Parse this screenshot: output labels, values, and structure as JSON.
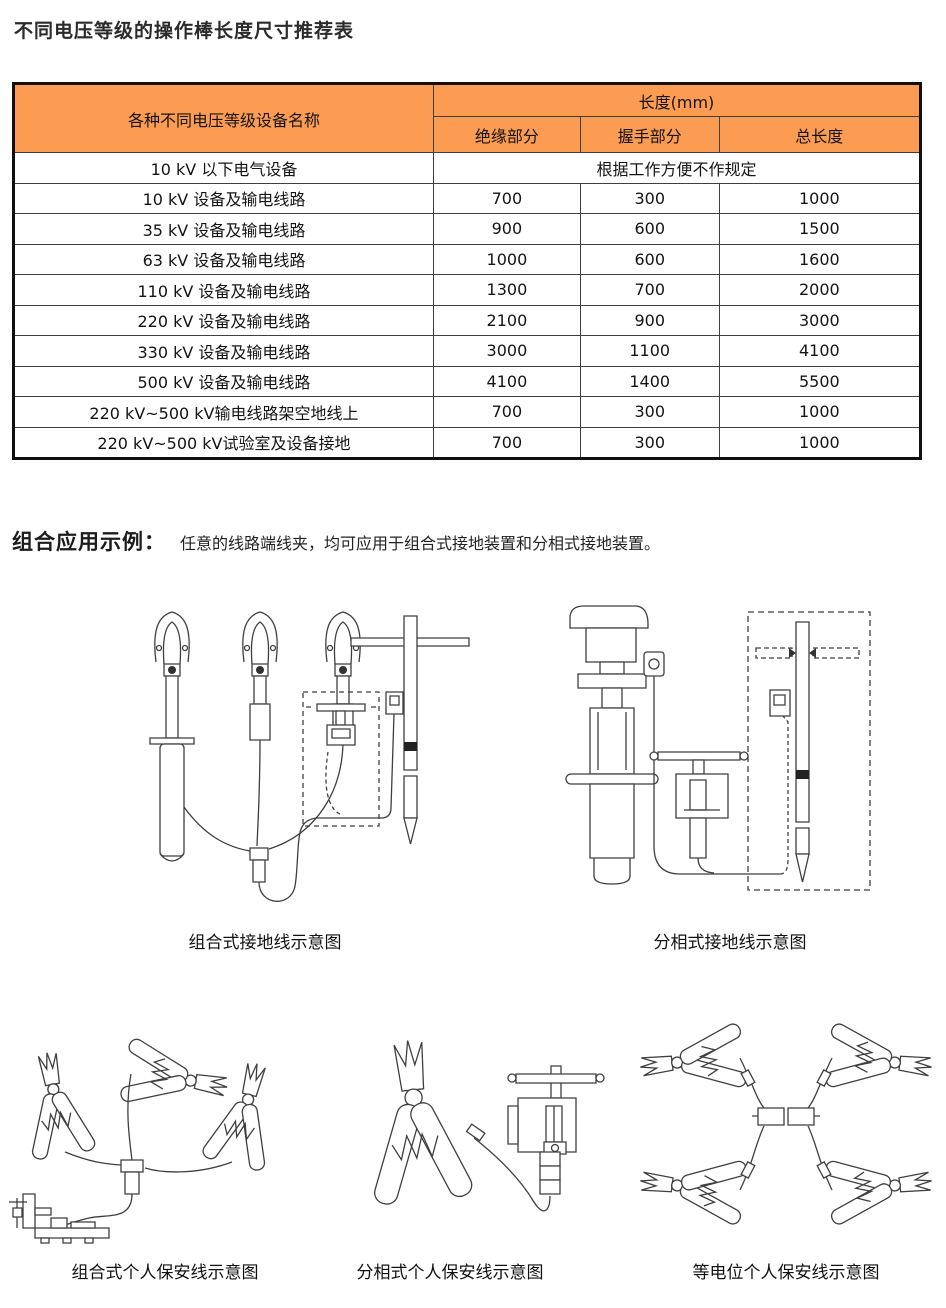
{
  "page": {
    "title": "不同电压等级的操作棒长度尺寸推荐表"
  },
  "table": {
    "header": {
      "device_column": "各种不同电压等级设备名称",
      "length_group": "长度(mm)",
      "sub_columns": [
        "绝缘部分",
        "握手部分",
        "总长度"
      ]
    },
    "rows": [
      {
        "device": "10 kV 以下电气设备",
        "note": "根据工作方便不作规定"
      },
      {
        "device": "10 kV 设备及输电线路",
        "insulation": "700",
        "grip": "300",
        "total": "1000"
      },
      {
        "device": "35 kV 设备及输电线路",
        "insulation": "900",
        "grip": "600",
        "total": "1500"
      },
      {
        "device": "63 kV 设备及输电线路",
        "insulation": "1000",
        "grip": "600",
        "total": "1600"
      },
      {
        "device": "110 kV 设备及输电线路",
        "insulation": "1300",
        "grip": "700",
        "total": "2000"
      },
      {
        "device": "220 kV 设备及输电线路",
        "insulation": "2100",
        "grip": "900",
        "total": "3000"
      },
      {
        "device": "330 kV 设备及输电线路",
        "insulation": "3000",
        "grip": "1100",
        "total": "4100"
      },
      {
        "device": "500 kV 设备及输电线路",
        "insulation": "4100",
        "grip": "1400",
        "total": "5500"
      },
      {
        "device": "220 kV~500 kV输电线路架空地线上",
        "insulation": "700",
        "grip": "300",
        "total": "1000"
      },
      {
        "device": "220 kV~500 kV试验室及设备接地",
        "insulation": "700",
        "grip": "300",
        "total": "1000"
      }
    ]
  },
  "section": {
    "heading": "组合应用示例：",
    "description": "任意的线路端线夹，均可应用于组合式接地装置和分相式接地装置。"
  },
  "figures": [
    {
      "caption": "组合式接地线示意图"
    },
    {
      "caption": "分相式接地线示意图"
    },
    {
      "caption": "组合式个人保安线示意图"
    },
    {
      "caption": "分相式个人保安线示意图"
    },
    {
      "caption": "等电位个人保安线示意图"
    }
  ],
  "colors": {
    "header_orange": "#FC9B52",
    "outer_border": "#101010",
    "grid_line": "#3f3f3f",
    "drawing_line": "#3f3f3f"
  }
}
